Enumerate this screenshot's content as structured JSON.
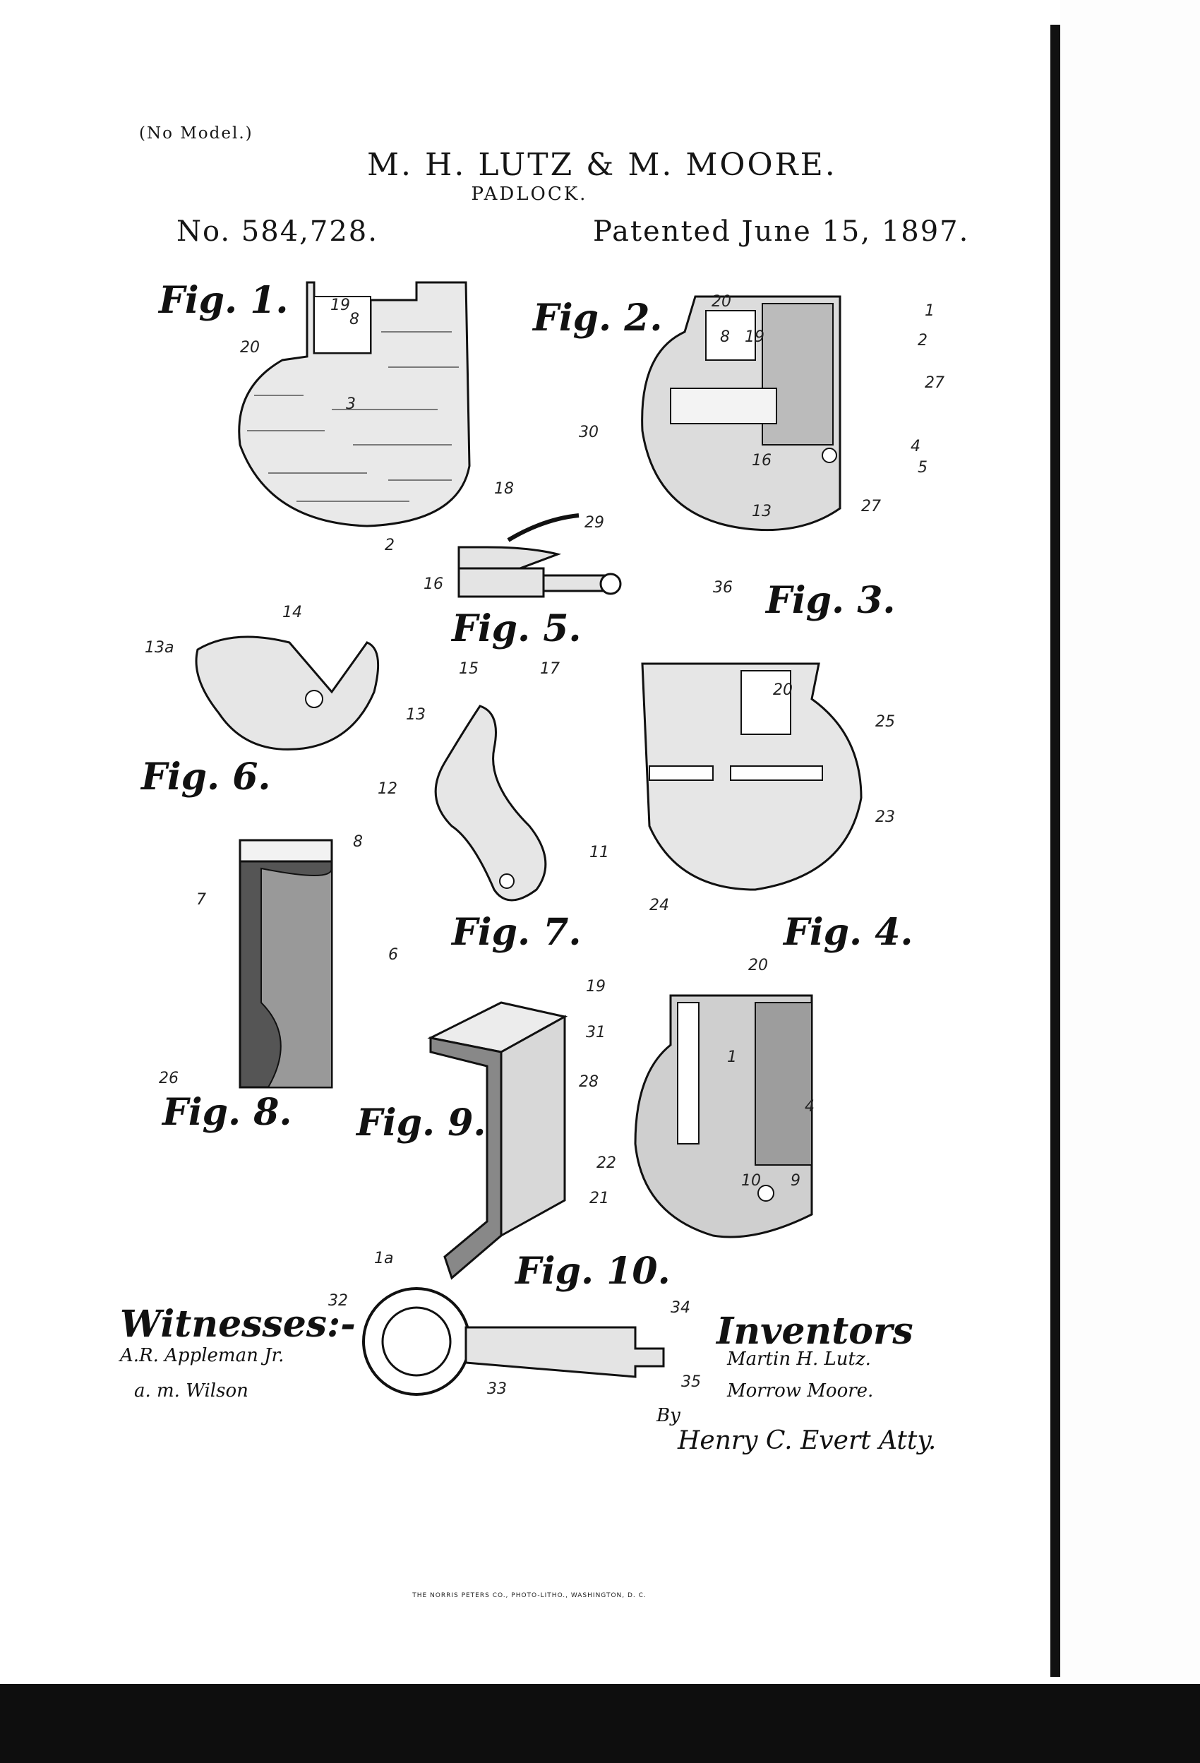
{
  "header": {
    "no_model": "(No Model.)",
    "inventors": "M. H. LUTZ & M. MOORE.",
    "title": "PADLOCK.",
    "number": "No. 584,728.",
    "patented": "Patented June 15, 1897."
  },
  "figures": {
    "fig1": {
      "label": "Fig. 1.",
      "refs": [
        "19",
        "8",
        "20",
        "3",
        "2"
      ]
    },
    "fig2": {
      "label": "Fig. 2.",
      "refs": [
        "20",
        "8",
        "19",
        "1",
        "2",
        "27",
        "4",
        "5",
        "27",
        "30",
        "16",
        "13",
        "29",
        "36"
      ]
    },
    "fig3": {
      "label": "Fig. 3."
    },
    "fig4": {
      "label": "Fig. 4.",
      "refs": [
        "20",
        "25",
        "23",
        "24"
      ]
    },
    "fig5": {
      "label": "Fig. 5.",
      "refs": [
        "18",
        "16",
        "15",
        "17"
      ]
    },
    "fig6": {
      "label": "Fig. 6.",
      "refs": [
        "14",
        "13a",
        "13"
      ]
    },
    "fig7": {
      "label": "Fig. 7.",
      "refs": [
        "12",
        "11"
      ]
    },
    "fig8": {
      "label": "Fig. 8.",
      "refs": [
        "8",
        "7",
        "6",
        "26"
      ]
    },
    "fig9": {
      "label": "Fig. 9.",
      "refs": [
        "19",
        "28",
        "22",
        "21",
        "1a"
      ]
    },
    "fig10": {
      "label": "Fig. 10.",
      "refs": [
        "20",
        "31",
        "1",
        "4",
        "10",
        "9",
        "32",
        "33",
        "34",
        "35"
      ]
    }
  },
  "witnesses": {
    "heading": "Witnesses:-",
    "names": [
      "A.R. Appleman Jr.",
      "a. m. Wilson"
    ]
  },
  "inventors_block": {
    "heading": "Inventors",
    "names": [
      "Martin H. Lutz.",
      "Morrow Moore."
    ],
    "by": "By",
    "attorney": "Henry C. Evert Atty."
  },
  "printer": "THE NORRIS PETERS CO., PHOTO-LITHO., WASHINGTON, D. C."
}
